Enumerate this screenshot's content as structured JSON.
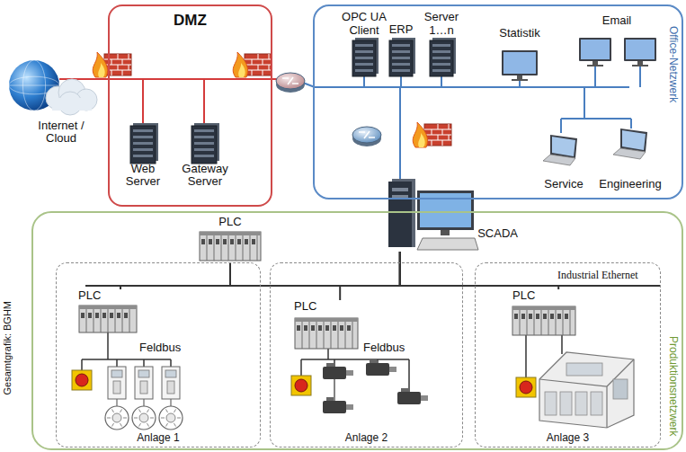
{
  "diagram": {
    "nodes": [
      {
        "text": [
          "Internet / Cloud"
        ]
      },
      {
        "text": [
          "DMZ"
        ]
      },
      {
        "text": [
          "Web Server"
        ],
        "in": 1
      },
      {
        "text": [
          "Gateway Server"
        ],
        "in": 1
      },
      {
        "text": [
          "Office-Netzwerk"
        ]
      },
      {
        "text": [
          "OPC UA Client"
        ],
        "in": 4
      },
      {
        "text": [
          "ERP"
        ],
        "in": 4
      },
      {
        "text": [
          "Server 1…n"
        ],
        "in": 4
      },
      {
        "text": [
          "Statistik"
        ],
        "in": 4
      },
      {
        "text": [
          "Email"
        ],
        "in": 4
      },
      {
        "text": [
          "Service"
        ],
        "in": 4
      },
      {
        "text": [
          "Engineering"
        ],
        "in": 4
      },
      {
        "text": [
          "SCADA"
        ]
      },
      {
        "text": [
          "Produktionsnetzwerk"
        ]
      },
      {
        "text": [
          "PLC"
        ],
        "in": 13
      },
      {
        "text": [
          "Anlage 1"
        ],
        "in": 13
      },
      {
        "text": [
          "PLC"
        ],
        "in": 15
      },
      {
        "text": [
          "Anlage 2"
        ],
        "in": 13
      },
      {
        "text": [
          "PLC"
        ],
        "in": 17
      },
      {
        "text": [
          "Anlage 3"
        ],
        "in": 13
      },
      {
        "text": [
          "PLC"
        ],
        "in": 19
      }
    ],
    "edges": [
      {
        "from": 12,
        "to": 14,
        "arrow": "none"
      },
      {
        "from": 12,
        "to": 16,
        "arrow": "none"
      },
      {
        "from": 12,
        "to": 18,
        "arrow": "none"
      },
      {
        "from": 12,
        "to": 20,
        "arrow": "none"
      }
    ],
    "labels": [
      "Feldbus",
      "Feldbus",
      "Industrial Ethernet",
      "Gesamtgrafik: BGHM"
    ]
  }
}
